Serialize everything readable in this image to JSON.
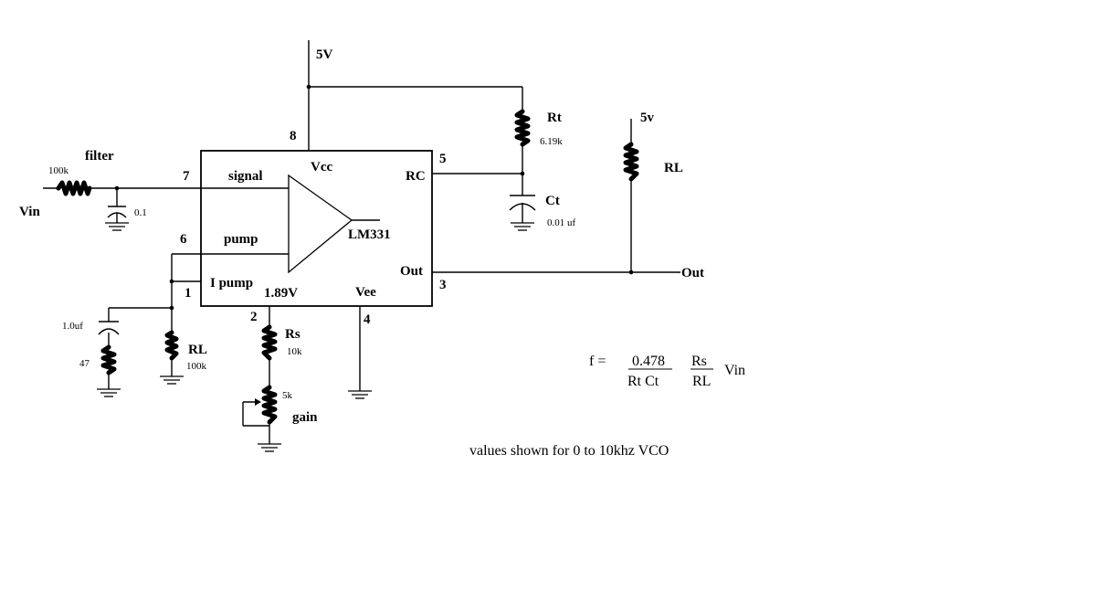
{
  "labels": {
    "supply_top": "5V",
    "pin8": "8",
    "pin7": "7",
    "pin6": "6",
    "pin1": "1",
    "pin2": "2",
    "pin4": "4",
    "pin5": "5",
    "pin3": "3",
    "vcc": "Vcc",
    "signal": "signal",
    "pump": "pump",
    "ipump": "I pump",
    "v189": "1.89V",
    "vee": "Vee",
    "rc": "RC",
    "out_pin": "Out",
    "lm331": "LM331",
    "filter": "filter",
    "r100k_filter": "100k",
    "vin": "Vin",
    "c01": "0.1",
    "c1uf": "1.0uf",
    "r47": "47",
    "rl_left": "RL",
    "rl_left_val": "100k",
    "rs": "Rs",
    "rs_val": "10k",
    "pot_val": "5k",
    "gain": "gain",
    "rt": "Rt",
    "rt_val": "6.19k",
    "ct": "Ct",
    "ct_val": "0.01 uf",
    "supply_right": "5v",
    "rl_right": "RL",
    "out_label": "Out"
  },
  "formula": {
    "lhs": "f =",
    "num1": "0.478",
    "den1": "Rt Ct",
    "num2": "Rs",
    "den2": "RL",
    "tail": "Vin"
  },
  "note": "values shown for 0 to 10khz VCO"
}
